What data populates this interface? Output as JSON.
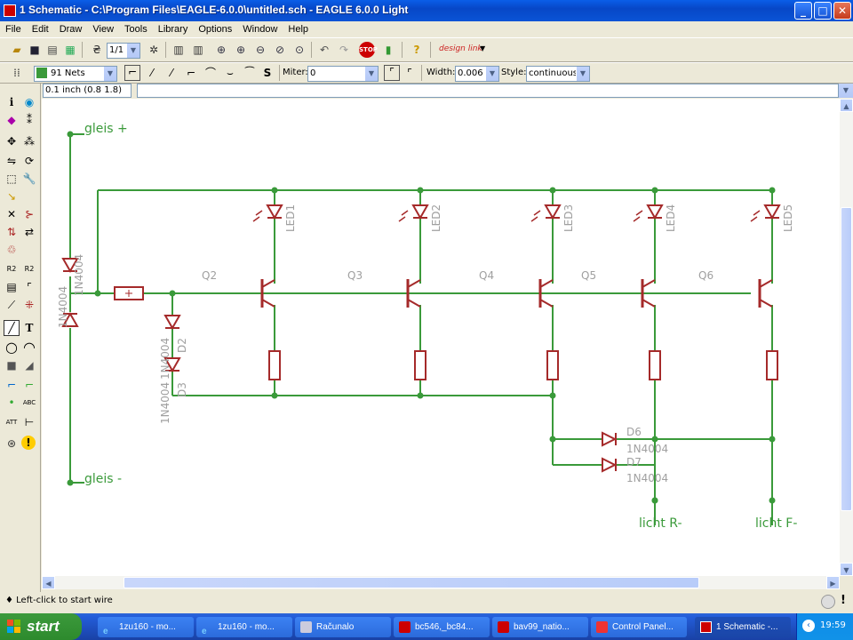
{
  "window": {
    "title": "1 Schematic - C:\\Program Files\\EAGLE-6.0.0\\untitled.sch - EAGLE 6.0.0 Light",
    "min": "_",
    "max": "□",
    "close": "✕"
  },
  "menu": [
    "File",
    "Edit",
    "Draw",
    "View",
    "Tools",
    "Library",
    "Options",
    "Window",
    "Help"
  ],
  "toolbar1": {
    "sheet_value": "1/1",
    "design_link": "design link"
  },
  "toolbar2": {
    "layer_value": "91 Nets",
    "miter_label": "Miter:",
    "miter_value": "0",
    "width_label": "Width:",
    "width_value": "0.006",
    "style_label": "Style:",
    "style_value": "continuous"
  },
  "coord": "0.1 inch (0.8 1.8)",
  "command": "",
  "status": "Left-click to start wire",
  "schematic": {
    "net_color": "#3a9a3a",
    "part_color": "#a52a2a",
    "label_color": "#a0a0a0",
    "labels": {
      "gleis_plus": "gleis +",
      "gleis_minus": "gleis -",
      "licht_r": "licht R-",
      "licht_f": "licht F-",
      "q2": "Q2",
      "q3": "Q3",
      "q4": "Q4",
      "q5": "Q5",
      "q6": "Q6",
      "led1": "LED1",
      "led2": "LED2",
      "led3": "LED3",
      "led4": "LED4",
      "led5": "LED5",
      "d1": "1N4004",
      "d2": "D2",
      "d2_val": "1N4004",
      "d3": "D3",
      "d3_val": "1N4004",
      "d6": "D6",
      "d6_val": "1N4004",
      "d7": "D7",
      "d7_val": "1N4004",
      "d0": "1N4004"
    }
  },
  "taskbar": {
    "start": "start",
    "items": [
      {
        "label": "1zu160 - mo..."
      },
      {
        "label": "1zu160 - mo..."
      },
      {
        "label": "Računalo"
      },
      {
        "label": "bc546,_bc84..."
      },
      {
        "label": "bav99_natio..."
      },
      {
        "label": "Control Panel..."
      },
      {
        "label": "1 Schematic -..."
      }
    ],
    "clock": "19:59"
  }
}
